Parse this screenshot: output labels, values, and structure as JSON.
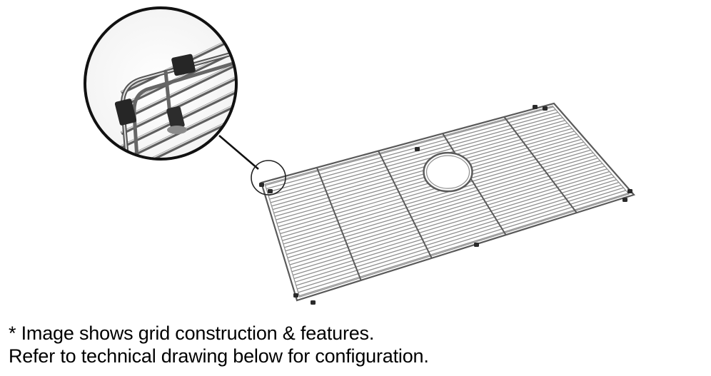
{
  "caption": {
    "line1": "* Image shows grid construction & features.",
    "line2": "Refer to technical drawing below for configuration."
  },
  "colors": {
    "wire": "#8f8f8f",
    "wire_dark": "#5a5a5a",
    "bumper": "#2a2a2a",
    "circle_outline": "#111111"
  },
  "icons": [
    "sink-grid-product-image",
    "detail-magnifier-circle",
    "rubber-bumper-foot"
  ]
}
